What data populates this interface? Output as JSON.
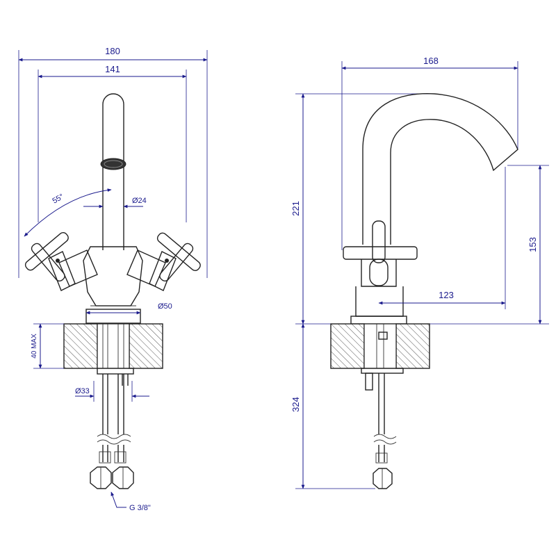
{
  "front_view": {
    "dim_width_total": "180",
    "dim_width_handles": "141",
    "dim_angle": "55°",
    "dim_spout_diameter": "Ø24",
    "dim_body_diameter": "Ø50",
    "dim_deck_thickness": "40 MAX",
    "dim_shank_diameter": "Ø33",
    "dim_connection": "G 3/8\""
  },
  "side_view": {
    "dim_reach": "168",
    "dim_height": "221",
    "dim_spout_height": "153",
    "dim_spout_projection": "123",
    "dim_hose_length": "324"
  },
  "colors": {
    "outline": "#222222",
    "dimension": "#1a1a8c",
    "background": "#ffffff"
  }
}
